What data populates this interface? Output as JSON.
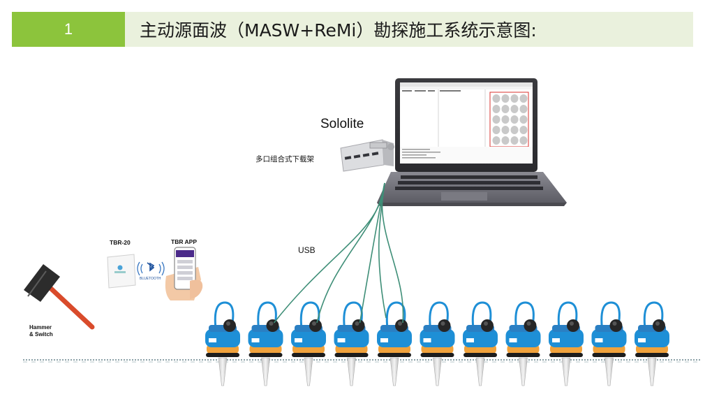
{
  "header": {
    "number": "1",
    "title": "主动源面波（MASW+ReMi）勘探施工系统示意图:"
  },
  "labels": {
    "software": "Sololite",
    "hub": "多口组合式下载架",
    "usb": "USB",
    "tbr20": "TBR-20",
    "tbr_app": "TBR APP",
    "bluetooth": "BLUETOOTH",
    "hammer": "Hammer\n& Switch"
  },
  "colors": {
    "accent_green": "#8cc43c",
    "header_bg": "#eaf1dd",
    "cable": "#3e8e77",
    "sensor_blue": "#1e8fd6",
    "sensor_orange": "#f0a23c"
  },
  "sensors": {
    "count": 11
  }
}
